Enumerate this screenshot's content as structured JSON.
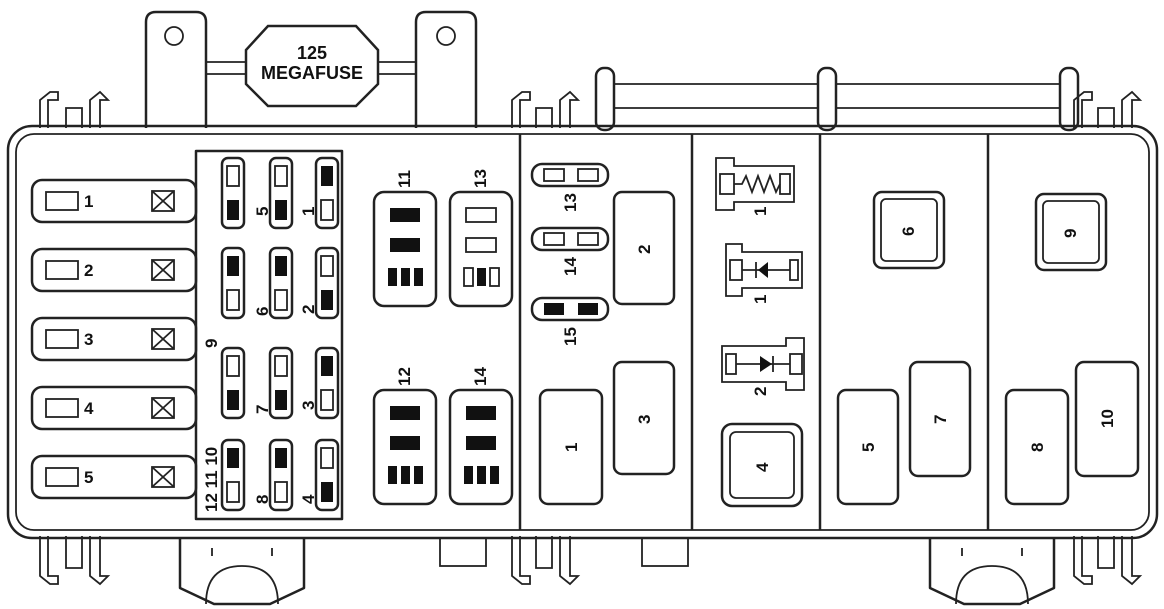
{
  "megafuse": {
    "line1": "125",
    "line2": "MEGAFUSE"
  },
  "maxi_fuses": [
    "1",
    "2",
    "3",
    "4",
    "5"
  ],
  "mini_fuse_labels": {
    "col1": "9",
    "col1b": "12 11 10",
    "col2a": "5",
    "col2b": "6",
    "col2c": "7",
    "col2d": "8",
    "col3a": "1",
    "col3b": "2",
    "col3c": "3",
    "col3d": "4"
  },
  "relays_mid": [
    "11",
    "13",
    "12",
    "14"
  ],
  "small_fuses": [
    "13",
    "14",
    "15"
  ],
  "relays_section2": [
    "2",
    "1",
    "3"
  ],
  "diodes_section3": [
    "1",
    "1",
    "2"
  ],
  "relay_section3": "4",
  "relays_section4": [
    "6",
    "5",
    "7"
  ],
  "relays_section5": [
    "9",
    "8",
    "10"
  ]
}
